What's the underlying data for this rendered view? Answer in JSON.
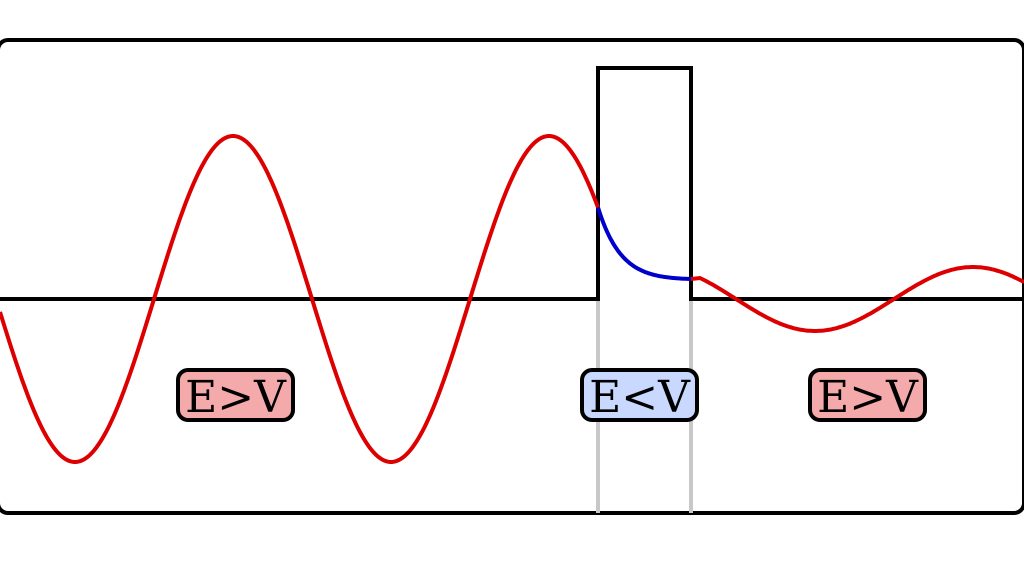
{
  "diagram": {
    "regions": [
      {
        "id": "left",
        "label": "E>V",
        "wave": "oscillating"
      },
      {
        "id": "barrier",
        "label": "E<V",
        "wave": "decaying"
      },
      {
        "id": "right",
        "label": "E>V",
        "wave": "oscillating"
      }
    ],
    "colors": {
      "frame": "#000000",
      "potential": "#000000",
      "divider": "#c8c8c8",
      "wave_oscillating": "#dd0000",
      "wave_decaying": "#0000cc",
      "label_outside_fill": "#f4aaaa",
      "label_barrier_fill": "#c8d8ff",
      "label_border": "#000000"
    }
  }
}
